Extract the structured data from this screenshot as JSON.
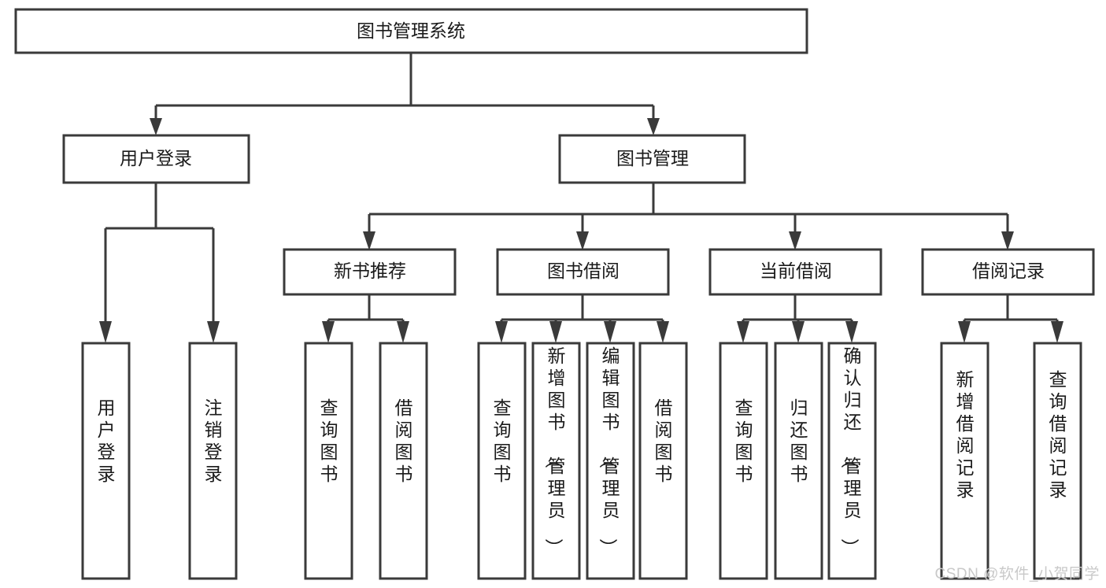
{
  "diagram": {
    "type": "tree",
    "title": "图书管理系统",
    "orientation": "top-down",
    "root": {
      "id": "root",
      "label": "图书管理系统"
    },
    "level2": [
      {
        "id": "user-login",
        "label": "用户登录"
      },
      {
        "id": "book-management",
        "label": "图书管理"
      }
    ],
    "level3": [
      {
        "id": "new-book-recommend",
        "label": "新书推荐",
        "parent": "book-management"
      },
      {
        "id": "book-borrow",
        "label": "图书借阅",
        "parent": "book-management"
      },
      {
        "id": "current-borrow",
        "label": "当前借阅",
        "parent": "book-management"
      },
      {
        "id": "borrow-record",
        "label": "借阅记录",
        "parent": "book-management"
      }
    ],
    "leaves": [
      {
        "id": "leaf-user-login",
        "label": "用户登录",
        "parent": "user-login"
      },
      {
        "id": "leaf-logout-login",
        "label": "注销登录",
        "parent": "user-login"
      },
      {
        "id": "leaf-query-book-1",
        "label": "查询图书",
        "parent": "new-book-recommend"
      },
      {
        "id": "leaf-borrow-book-1",
        "label": "借阅图书",
        "parent": "new-book-recommend"
      },
      {
        "id": "leaf-query-book-2",
        "label": "查询图书",
        "parent": "book-borrow"
      },
      {
        "id": "leaf-add-book",
        "label": "新增图书（管理员）",
        "parent": "book-borrow"
      },
      {
        "id": "leaf-edit-book",
        "label": "编辑图书（管理员）",
        "parent": "book-borrow"
      },
      {
        "id": "leaf-borrow-book-2",
        "label": "借阅图书",
        "parent": "book-borrow"
      },
      {
        "id": "leaf-query-book-3",
        "label": "查询图书",
        "parent": "current-borrow"
      },
      {
        "id": "leaf-return-book",
        "label": "归还图书",
        "parent": "current-borrow"
      },
      {
        "id": "leaf-confirm-return",
        "label": "确认归还（管理员）",
        "parent": "current-borrow"
      },
      {
        "id": "leaf-add-record",
        "label": "新增借阅记录",
        "parent": "borrow-record"
      },
      {
        "id": "leaf-query-record",
        "label": "查询借阅记录",
        "parent": "borrow-record"
      }
    ],
    "colors": {
      "stroke": "#3a3a3a",
      "fill": "#ffffff",
      "text": "#1a1a1a",
      "watermark": "#c9c9c9"
    }
  },
  "watermark": {
    "text": "CSDN @软件_小贺同学"
  }
}
